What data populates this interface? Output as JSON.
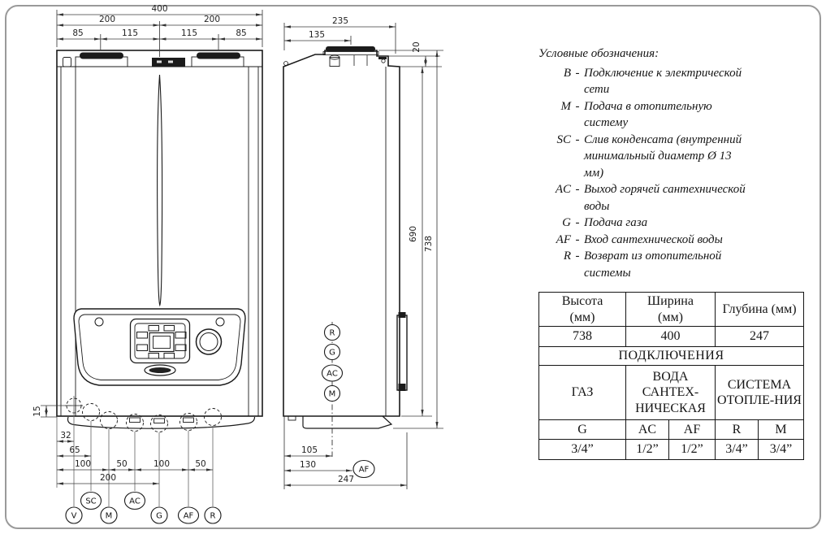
{
  "front_view": {
    "dims": {
      "w_total": "400",
      "w_half_l": "200",
      "w_half_r": "200",
      "s85l": "85",
      "s115l": "115",
      "s115r": "115",
      "s85r": "85",
      "v15": "15",
      "v32": "32",
      "v65": "65",
      "p100a": "100",
      "p50a": "50",
      "p100b": "100",
      "p50b": "50",
      "p200": "200"
    },
    "ports": {
      "v": "V",
      "sc": "SC",
      "m": "M",
      "ac": "AC",
      "g": "G",
      "af": "AF",
      "r": "R"
    }
  },
  "side_view": {
    "dims": {
      "d235": "235",
      "d135": "135",
      "d20": "20",
      "h690": "690",
      "h738": "738",
      "d105": "105",
      "d130": "130",
      "d247": "247"
    },
    "ports": {
      "r": "R",
      "g": "G",
      "ac": "AC",
      "m": "M",
      "af": "AF"
    }
  },
  "legend": {
    "title": "Условные обозначения:",
    "separator": "-",
    "items": [
      {
        "key": "B",
        "desc": "Подключение к электрической сети"
      },
      {
        "key": "M",
        "desc": "Подача в отопительную систему"
      },
      {
        "key": "SC",
        "desc": "Слив конденсата (внутренний минимальный диаметр Ø 13 мм)"
      },
      {
        "key": "AC",
        "desc": "Выход горячей сантехнической воды"
      },
      {
        "key": "G",
        "desc": "Подача газа"
      },
      {
        "key": "AF",
        "desc": "Вход сантехнической воды"
      },
      {
        "key": "R",
        "desc": "Возврат из отопительной системы"
      }
    ]
  },
  "table": {
    "col_headers": [
      "Высота (мм)",
      "Ширина (мм)",
      "Глубина (мм)"
    ],
    "dim_values": [
      "738",
      "400",
      "247"
    ],
    "section_title": "ПОДКЛЮЧЕНИЯ",
    "group_headers": [
      "ГАЗ",
      "ВОДА САНТЕХ-НИЧЕСКАЯ",
      "СИСТЕМА ОТОПЛЕ-НИЯ"
    ],
    "port_labels": [
      "G",
      "AC",
      "AF",
      "R",
      "M"
    ],
    "port_sizes": [
      "3/4”",
      "1/2”",
      "1/2”",
      "3/4”",
      "3/4”"
    ]
  },
  "colors": {
    "line": "#1a1a1a",
    "dim_line": "#3a3a3a",
    "frame": "#9a9a9a",
    "fill_dark": "#1b1b1b"
  }
}
